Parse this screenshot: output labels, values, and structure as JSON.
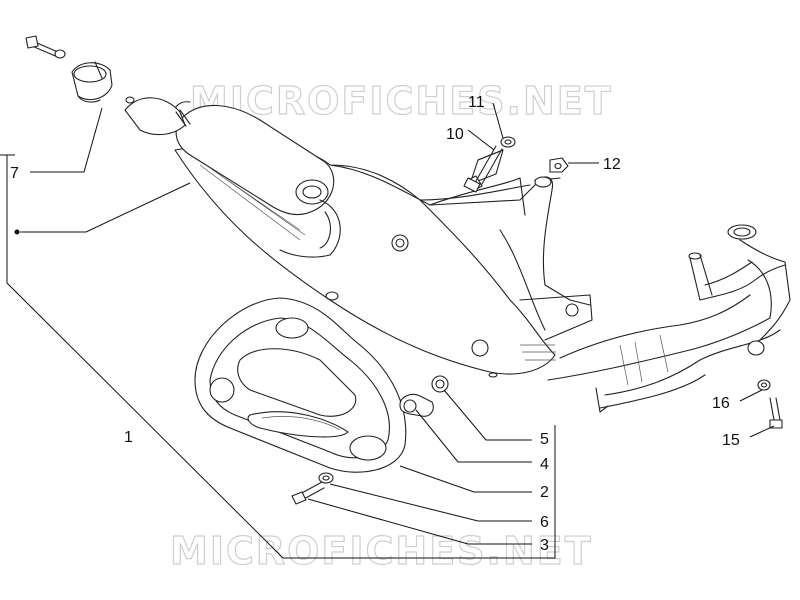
{
  "watermark": {
    "text": "MICROFICHES.NET"
  },
  "callouts": [
    {
      "id": "1",
      "label": "1"
    },
    {
      "id": "2",
      "label": "2"
    },
    {
      "id": "3",
      "label": "3"
    },
    {
      "id": "4",
      "label": "4"
    },
    {
      "id": "5",
      "label": "5"
    },
    {
      "id": "6",
      "label": "6"
    },
    {
      "id": "7",
      "label": "7"
    },
    {
      "id": "10",
      "label": "10"
    },
    {
      "id": "11",
      "label": "11"
    },
    {
      "id": "12",
      "label": "12"
    },
    {
      "id": "15",
      "label": "15"
    },
    {
      "id": "16",
      "label": "16"
    }
  ]
}
